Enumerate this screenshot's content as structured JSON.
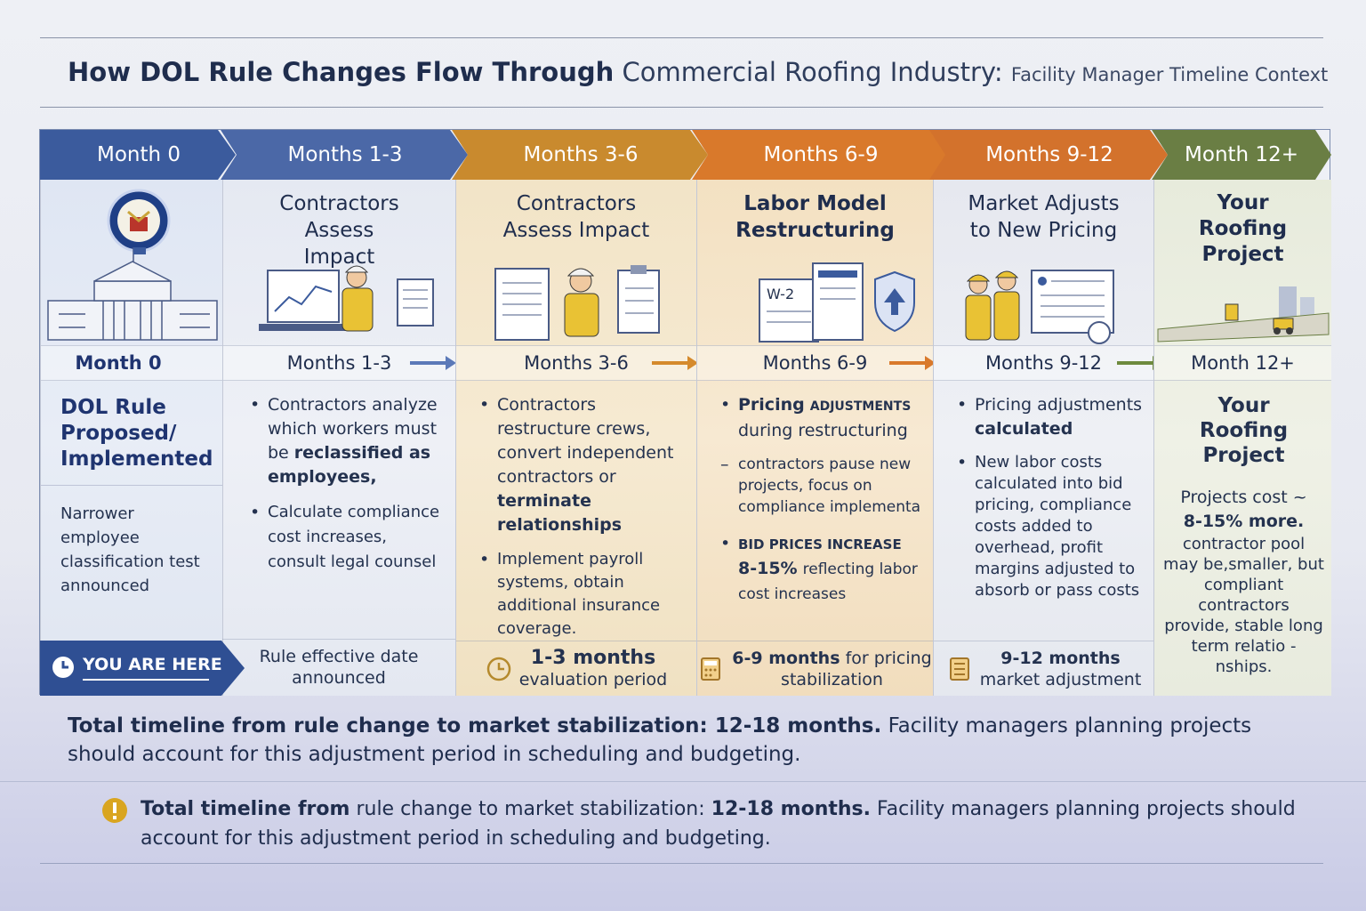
{
  "title": {
    "part1": "How DOL Rule Changes Flow Through",
    "part2": "Commercial Roofing Industry:",
    "part3": "Facility Manager Timeline Context"
  },
  "stages": [
    {
      "header": "Month 0",
      "header_color": "#3a5a9c",
      "stage_title": "",
      "band": "Month 0",
      "heading": "DOL Rule Proposed/ Implemented",
      "body_text": "Narrower employee classification test announced",
      "footer": "YOU ARE HERE"
    },
    {
      "header": "Months 1-3",
      "header_color": "#4a67a6",
      "stage_title": "Contractors Assess Impact",
      "band": "Months 1-3",
      "bullets": [
        {
          "text": "Contractors analyze which workers must be",
          "bold": "reclassified as employees,"
        },
        {
          "text": "Calculate compliance cost increases,",
          "extra": "consult legal counsel"
        }
      ],
      "footer": "Rule effective date announced"
    },
    {
      "header": "Months 3-6",
      "header_color": "#c9892c",
      "stage_title": "Contractors Assess Impact",
      "band": "Months 3-6",
      "bullets": [
        {
          "text": "Contractors restructure crews, convert independent contractors or",
          "bold": "terminate relationships"
        },
        {
          "text": "Implement payroll systems, obtain additional insurance coverage."
        }
      ],
      "footer_bold": "1-3 months",
      "footer": "evaluation period"
    },
    {
      "header": "Months 6-9",
      "header_color": "#d97a2a",
      "stage_title": "Labor Model Restructuring",
      "band": "Months 6-9",
      "bullet1_bold": "Pricing",
      "bullet1_caps": "ADJUSTMENTS",
      "bullet1_rest": "during restructuring",
      "dash_text": "contractors pause new projects, focus on compliance implementa",
      "bullet2_caps": "BID PRICES INCREASE",
      "bullet2_bold": "8-15%",
      "bullet2_rest": "reflecting labor cost increases",
      "doc_label": "W-2",
      "footer_bold": "6-9 months",
      "footer_rest": "for pricing stabilization"
    },
    {
      "header": "Months 9-12",
      "header_color": "#d7742a",
      "stage_title": "Market Adjusts to New Pricing",
      "band": "Months 9-12",
      "bullets": [
        {
          "text": "Pricing adjustments",
          "bold": "calculated"
        },
        {
          "text": "New labor costs calculated into bid pricing, compliance costs added to overhead, profit margins adjusted to absorb or pass costs"
        }
      ],
      "footer_bold": "9-12 months",
      "footer": "market adjustment"
    },
    {
      "header": "Month 12+",
      "header_color": "#6b7f43",
      "stage_title": "Your Roofing Project",
      "band": "Month 12+",
      "heading": "Your Roofing Project",
      "line1": "Projects cost ~",
      "line2_bold": "8-15% more.",
      "line3": "contractor pool may be,smaller, but compliant contractors provide, stable long term relatio - nships."
    }
  ],
  "summary": {
    "bold": "Total timeline from rule change to market stabilization: 12-18 months.",
    "rest": "Facility managers planning projects should account for this adjustment period in scheduling and budgeting."
  },
  "summary2": {
    "bold1": "Total timeline from",
    "mid": "rule change to market stabilization:",
    "bold2": "12-18 months.",
    "rest": "Facility managers planning projects should account for this adjustment period in scheduling and budgeting."
  },
  "icons": [
    "dol-seal-icon",
    "capitol-building-icon",
    "whiteboard-worker-icon",
    "clipboard-worker-icon",
    "w2-document-icon",
    "shield-up-icon",
    "workers-group-icon",
    "construction-site-icon",
    "clock-icon",
    "calculator-icon",
    "warning-icon"
  ]
}
